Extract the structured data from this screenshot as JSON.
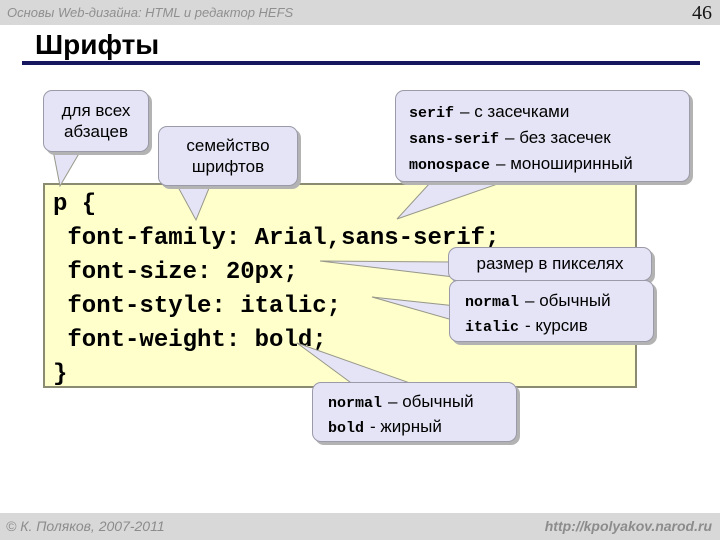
{
  "header": {
    "title": "Основы Web-дизайна: HTML и редактор HEFS",
    "page_number": "46"
  },
  "slide": {
    "title": "Шрифты"
  },
  "code_block": {
    "lines": [
      "p {",
      " font-family: Arial,sans-serif;",
      " font-size: 20px;",
      " font-style: italic;",
      " font-weight: bold;",
      "}"
    ]
  },
  "callouts": {
    "paragraphs": {
      "line1": "для всех",
      "line2": "абзацев"
    },
    "family": {
      "line1": "семейство",
      "line2": "шрифтов"
    },
    "generic_families": {
      "items": [
        {
          "code": "serif",
          "text": "– с засечками"
        },
        {
          "code": "sans-serif",
          "text": "– без засечек"
        },
        {
          "code": "monospace",
          "text": "– моноширинный"
        }
      ]
    },
    "size": {
      "text": "размер в пикселях"
    },
    "style": {
      "items": [
        {
          "code": "normal",
          "text": "– обычный"
        },
        {
          "code": "italic",
          "text": "- курсив"
        }
      ]
    },
    "weight": {
      "items": [
        {
          "code": "normal",
          "text": "– обычный"
        },
        {
          "code": "bold",
          "text": "- жирный"
        }
      ]
    }
  },
  "footer": {
    "copyright": "© К. Поляков, 2007-2011",
    "url": "http://kpolyakov.narod.ru"
  },
  "colors": {
    "accent_navy": "#17175f",
    "code_background": "#ffffcc",
    "code_border": "#8b8b72",
    "callout_background": "#e4e4f6",
    "callout_border": "#9a9aa8",
    "bar_gray": "#d8d8d8",
    "muted_text": "#8c8c8c"
  }
}
